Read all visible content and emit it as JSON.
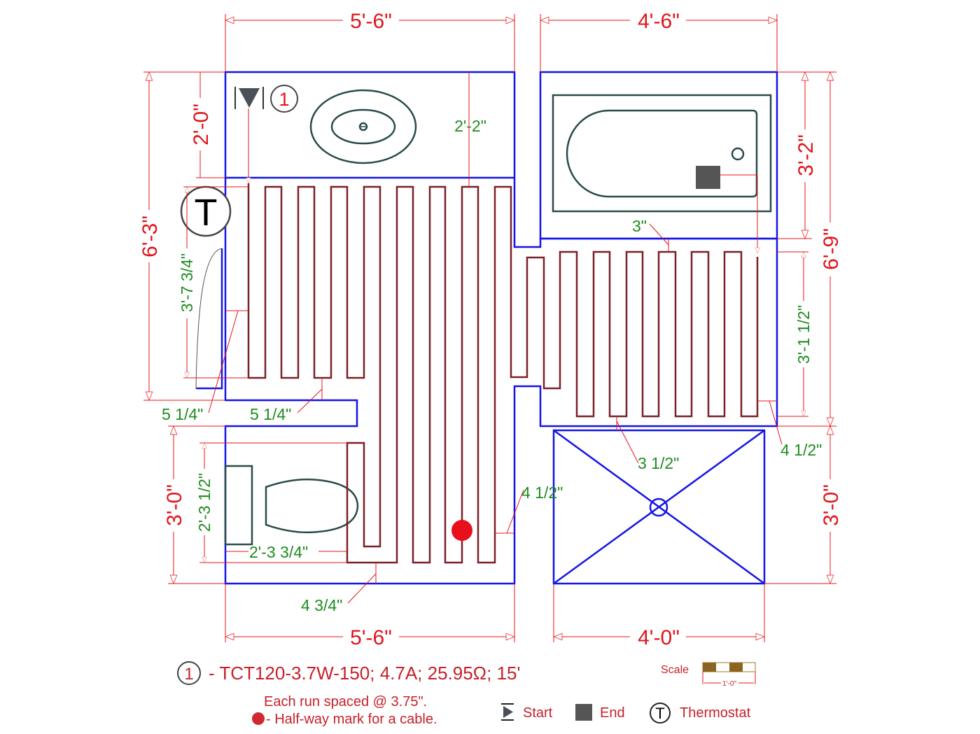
{
  "colors": {
    "dimension": "#e0141a",
    "note_dimension": "#1f8c1f",
    "wall": "#1414e6",
    "heated_area": "#eaf4fe",
    "cable": "#7a2028",
    "halfway_mark": "#e8101a"
  },
  "dimensions": {
    "top_left_width": "5'-6\"",
    "top_right_width": "4'-6\"",
    "bottom_left_width": "5'-6\"",
    "bottom_right_width": "4'-0\"",
    "left_overall_height": "6'-3\"",
    "vanity_depth": "2'-0\"",
    "left_lower_height": "3'-0\"",
    "right_tub_height": "3'-2\"",
    "right_overall_height": "6'-9\"",
    "right_lower_height": "3'-0\""
  },
  "clearances": {
    "vanity_clear": "2'-2\"",
    "left_run_length": "3'-7 3/4\"",
    "right_run_length": "3'-1 1/2\"",
    "toilet_run_length": "2'-3 1/2\"",
    "wall_offset_left": "5 1/4\"",
    "wall_offset_mid": "5 1/4\"",
    "tub_offset": "3\"",
    "shower_offset": "3 1/2\"",
    "right_wall_offset": "4 1/2\"",
    "mid_wall_offset": "4 1/2\"",
    "toilet_offset": "2'-3 3/4\"",
    "bottom_offset": "4 3/4\""
  },
  "markers": {
    "cable_number": "1",
    "thermostat_symbol": "T"
  },
  "legend": {
    "cable_number": "1",
    "cable_spec": "- TCT120-3.7W-150; 4.7A; 25.95Ω; 15'",
    "spacing_note": "Each run spaced @ 3.75\".",
    "halfway_note": "- Half-way mark for a cable.",
    "start_label": "Start",
    "end_label": "End",
    "thermostat_symbol": "T",
    "thermostat_label": "Thermostat",
    "scale_label": "Scale",
    "scale_value": "1'-0\""
  }
}
